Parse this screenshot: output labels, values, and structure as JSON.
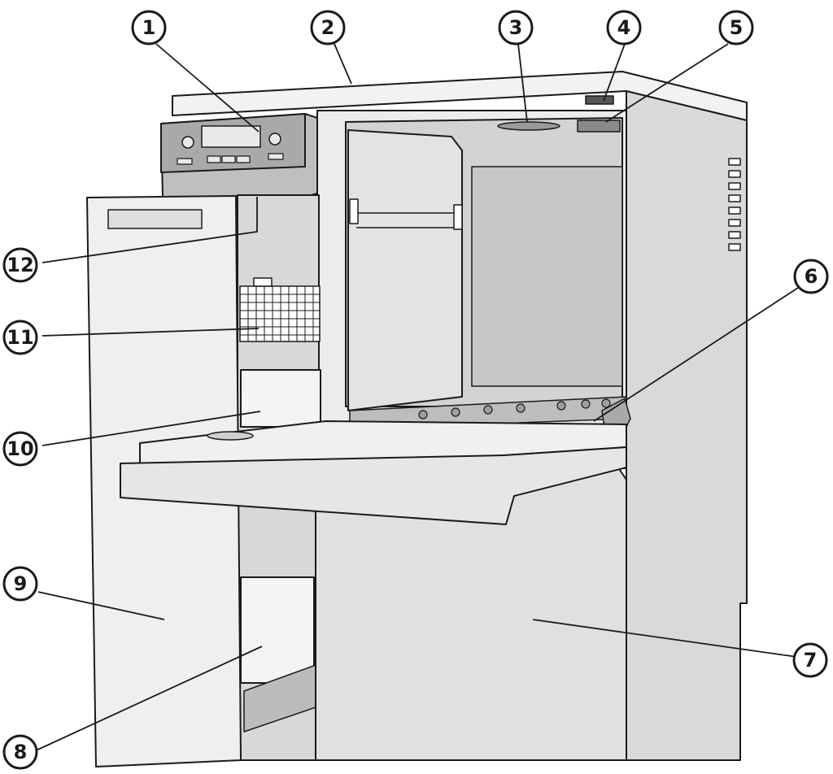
{
  "figure": {
    "colors": {
      "outline": "#1a1a1a",
      "panel_light": "#ececec",
      "panel_mid": "#dcdcdc",
      "panel_dark": "#c9c9c9",
      "interior": "#d3d3d3",
      "white": "#ffffff"
    },
    "callouts": [
      {
        "id": "1",
        "label": "1"
      },
      {
        "id": "2",
        "label": "2"
      },
      {
        "id": "3",
        "label": "3"
      },
      {
        "id": "4",
        "label": "4"
      },
      {
        "id": "5",
        "label": "5"
      },
      {
        "id": "6",
        "label": "6"
      },
      {
        "id": "7",
        "label": "7"
      },
      {
        "id": "8",
        "label": "8"
      },
      {
        "id": "9",
        "label": "9"
      },
      {
        "id": "10",
        "label": "10"
      },
      {
        "id": "11",
        "label": "11"
      },
      {
        "id": "12",
        "label": "12"
      }
    ]
  }
}
